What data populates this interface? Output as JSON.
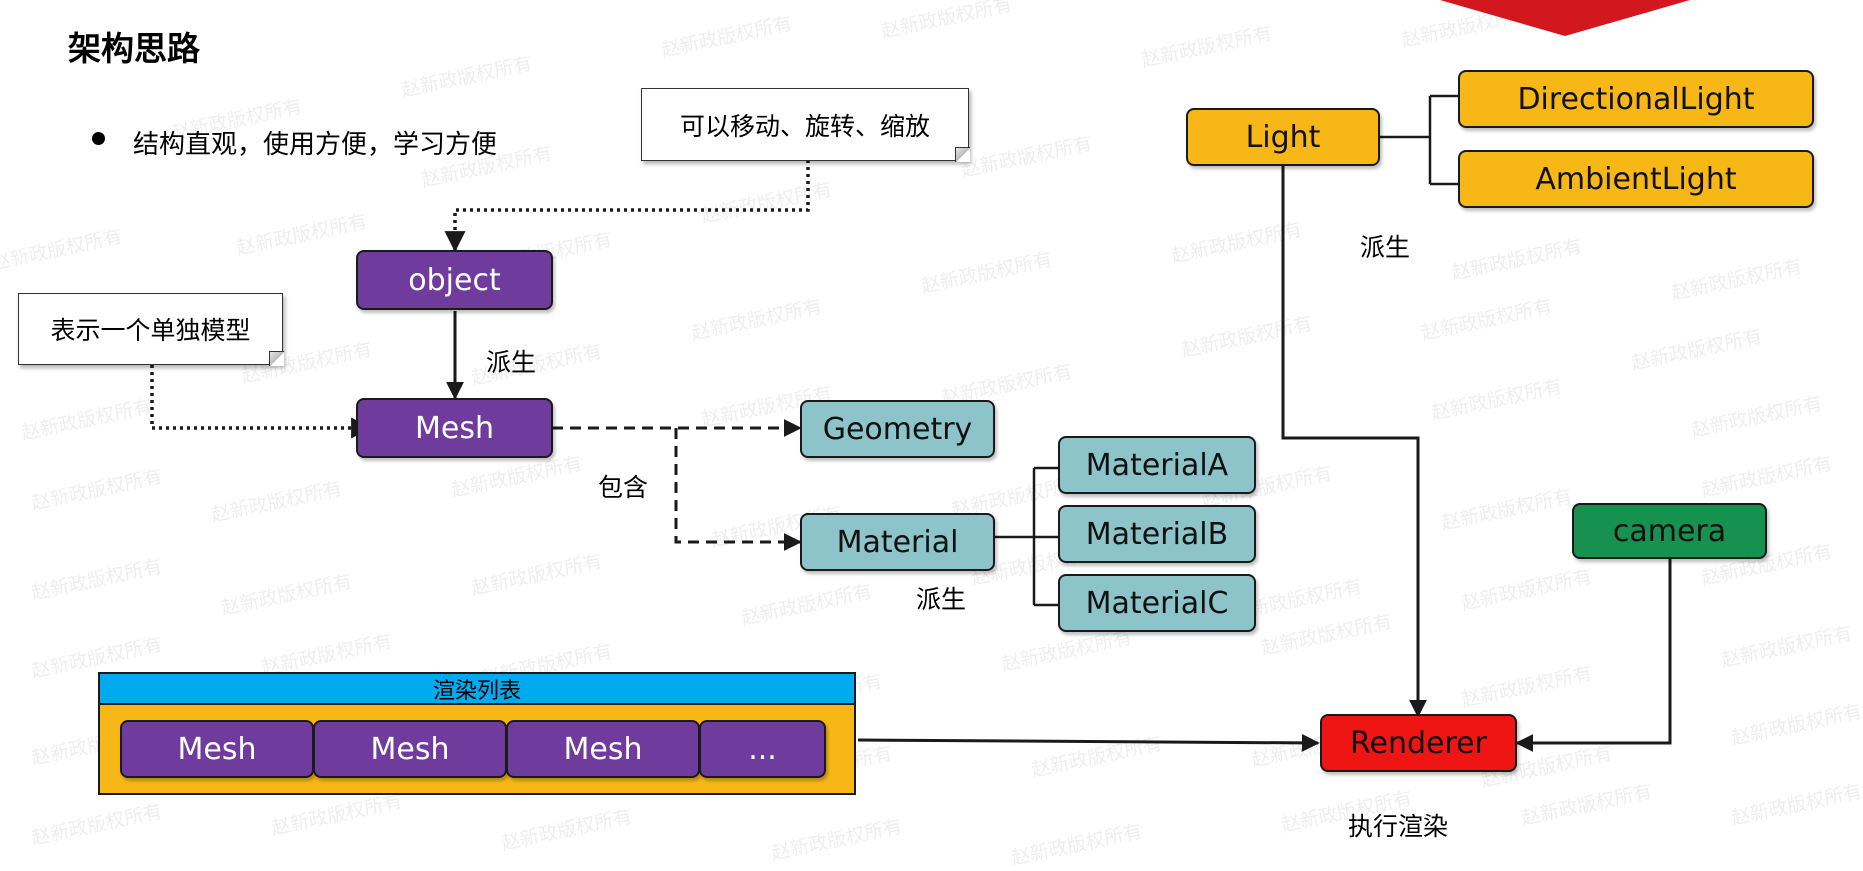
{
  "title": "架构思路",
  "bullet": "结构直观，使用方便，学习方便",
  "notes": {
    "transform": "可以移动、旋转、缩放",
    "single_model": "表示一个单独模型"
  },
  "nodes": {
    "object": "object",
    "mesh": "Mesh",
    "geometry": "Geometry",
    "material": "Material",
    "material_a": "MaterialA",
    "material_b": "MaterialB",
    "material_c": "MaterialC",
    "light": "Light",
    "directional_light": "DirectionalLight",
    "ambient_light": "AmbientLight",
    "camera": "camera",
    "renderer": "Renderer"
  },
  "labels": {
    "derive_mesh": "派生",
    "contains": "包含",
    "derive_material": "派生",
    "derive_light": "派生",
    "execute_render": "执行渲染"
  },
  "render_list": {
    "title": "渲染列表",
    "items": [
      "Mesh",
      "Mesh",
      "Mesh",
      "..."
    ]
  },
  "watermark": "赵新政版权所有",
  "colors": {
    "purple": "#6f3c9e",
    "teal": "#8cc4c9",
    "yellow": "#f7b817",
    "green": "#179150",
    "red": "#f01515",
    "blue": "#00aaee"
  }
}
